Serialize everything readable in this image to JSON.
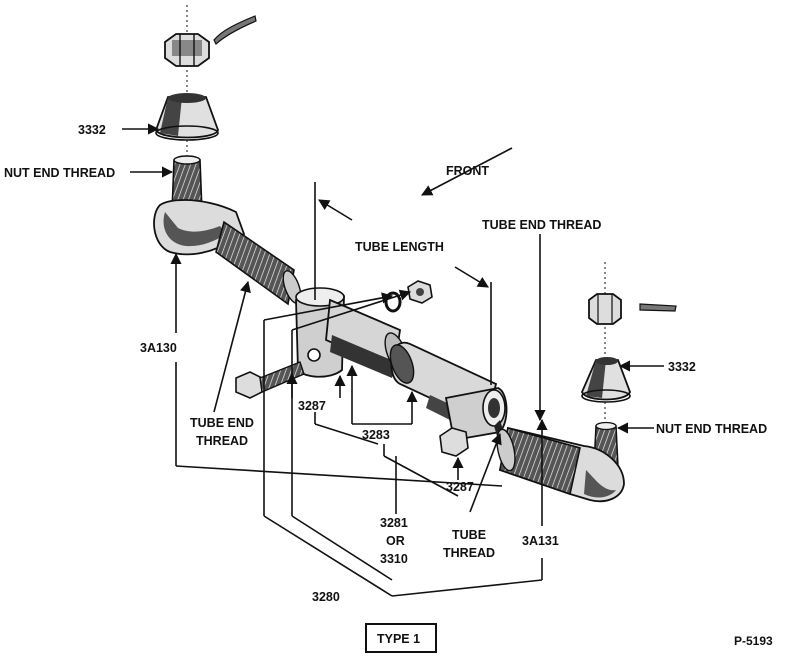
{
  "labels": {
    "cap_top": "3332",
    "cap_right": "3332",
    "nut_end_thread_left": "NUT END THREAD",
    "nut_end_thread_right": "NUT END THREAD",
    "front": "FRONT",
    "tube_end_thread_top": "TUBE END THREAD",
    "tube_length": "TUBE LENGTH",
    "rod_end_left": "3A130",
    "rod_end_right": "3A131",
    "tube_end_thread_left_1": "TUBE END",
    "tube_end_thread_left_2": "THREAD",
    "clamp_left": "3287",
    "clamp_right": "3287",
    "tube": "3283",
    "tube_assy_1": "3281",
    "tube_assy_2": "OR",
    "tube_assy_3": "3310",
    "tube_thread_1": "TUBE",
    "tube_thread_2": "THREAD",
    "assembly": "3280",
    "type": "TYPE 1",
    "figure_id": "P-5193"
  }
}
